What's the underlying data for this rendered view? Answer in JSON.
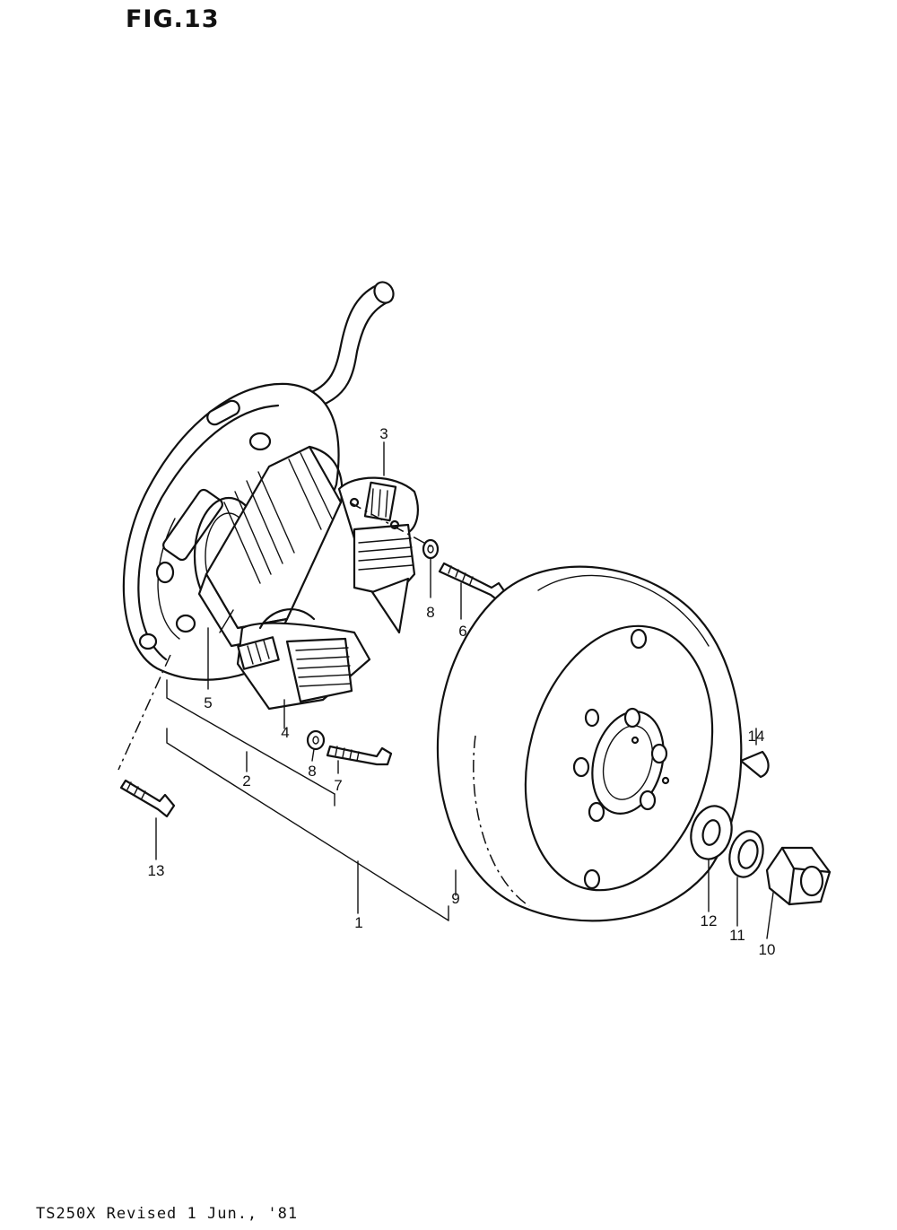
{
  "figure": {
    "title": "FIG.13",
    "footer": "TS250X Revised 1 Jun., '81"
  },
  "callouts": [
    {
      "id": "c1",
      "label": "1"
    },
    {
      "id": "c2",
      "label": "2"
    },
    {
      "id": "c3",
      "label": "3"
    },
    {
      "id": "c4",
      "label": "4"
    },
    {
      "id": "c5",
      "label": "5"
    },
    {
      "id": "c6",
      "label": "6"
    },
    {
      "id": "c7",
      "label": "7"
    },
    {
      "id": "c8a",
      "label": "8"
    },
    {
      "id": "c8b",
      "label": "8"
    },
    {
      "id": "c9",
      "label": "9"
    },
    {
      "id": "c10",
      "label": "10"
    },
    {
      "id": "c11",
      "label": "11"
    },
    {
      "id": "c12",
      "label": "12"
    },
    {
      "id": "c13",
      "label": "13"
    },
    {
      "id": "c14",
      "label": "14"
    }
  ]
}
